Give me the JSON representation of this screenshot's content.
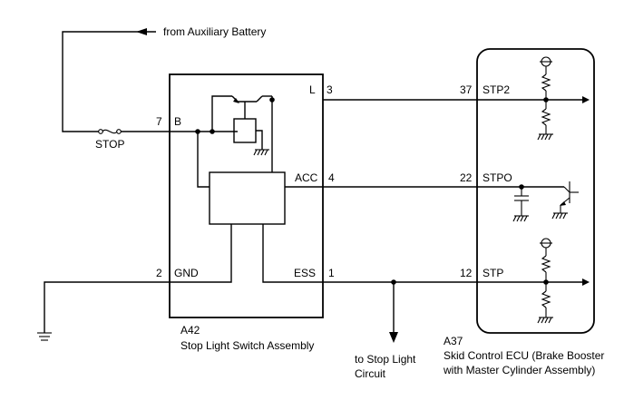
{
  "source_label": "from Auxiliary Battery",
  "fuse_label": "STOP",
  "switch_assembly": {
    "code": "A42",
    "name": "Stop Light Switch Assembly",
    "pins": {
      "b": {
        "num": "7",
        "name": "B"
      },
      "l": {
        "num": "3",
        "name": "L"
      },
      "acc": {
        "num": "4",
        "name": "ACC"
      },
      "gnd": {
        "num": "2",
        "name": "GND"
      },
      "ess": {
        "num": "1",
        "name": "ESS"
      }
    }
  },
  "ecu": {
    "code": "A37",
    "name_line1": "Skid Control ECU (Brake Booster",
    "name_line2": "with Master Cylinder Assembly)",
    "pins": {
      "stp2": {
        "num": "37",
        "name": "STP2"
      },
      "stpo": {
        "num": "22",
        "name": "STPO"
      },
      "stp": {
        "num": "12",
        "name": "STP"
      }
    }
  },
  "branch": {
    "line1": "to Stop Light",
    "line2": "Circuit"
  }
}
